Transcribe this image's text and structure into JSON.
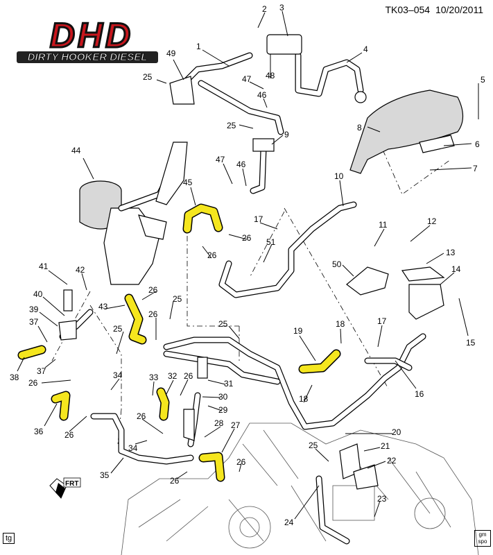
{
  "header": {
    "doc_id": "TK03–054",
    "date": "10/20/2011"
  },
  "logo": {
    "main": "DHD",
    "sub": "DIRTY HOOKER DIESEL"
  },
  "orientation": {
    "label": "FRT"
  },
  "footer": {
    "left_tag": "tg",
    "right_tag_top": "gm",
    "right_tag_bottom": "spo"
  },
  "callouts": [
    "1",
    "2",
    "3",
    "4",
    "5",
    "6",
    "7",
    "8",
    "9",
    "10",
    "11",
    "12",
    "13",
    "14",
    "15",
    "16",
    "17",
    "17",
    "18",
    "18",
    "19",
    "20",
    "21",
    "22",
    "23",
    "24",
    "25",
    "25",
    "25",
    "25",
    "25",
    "25",
    "26",
    "26",
    "26",
    "26",
    "26",
    "26",
    "26",
    "26",
    "26",
    "26",
    "27",
    "28",
    "29",
    "30",
    "31",
    "32",
    "33",
    "34",
    "34",
    "35",
    "36",
    "37",
    "37",
    "38",
    "39",
    "40",
    "41",
    "42",
    "43",
    "44",
    "45",
    "46",
    "46",
    "47",
    "47",
    "48",
    "49",
    "50",
    "51"
  ],
  "colors": {
    "highlight": "#f5e61e",
    "logo_red": "#c8161d"
  }
}
